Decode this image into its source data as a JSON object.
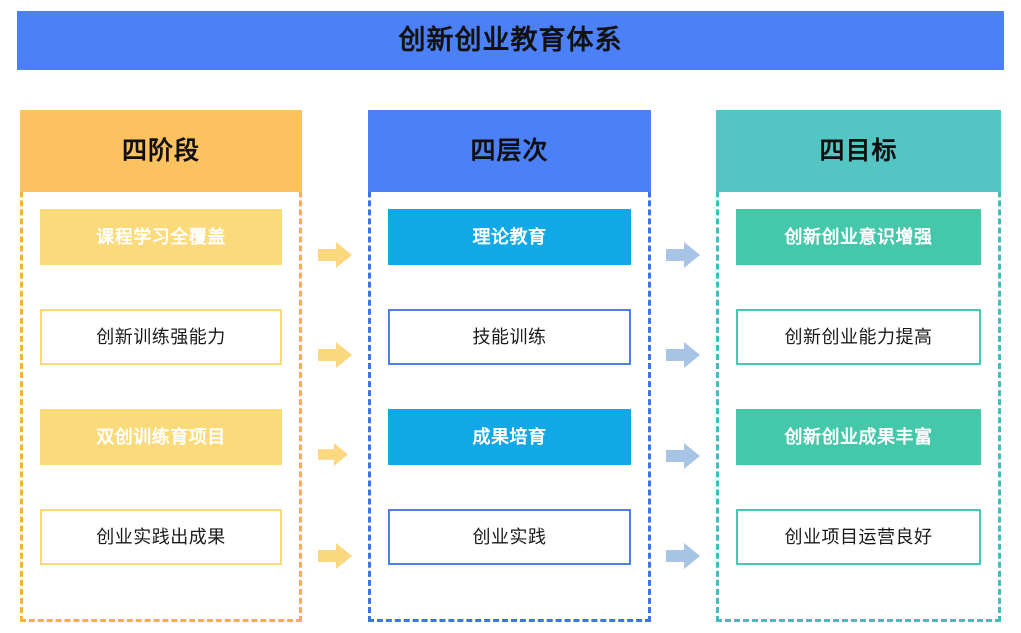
{
  "title": {
    "text": "创新创业教育体系",
    "bg_color": "#4c80f6",
    "text_color": "#111111"
  },
  "columns": [
    {
      "id": "stages",
      "header": "四阶段",
      "header_color": "#fcc260",
      "border_color": "#f8b13c",
      "fill_color": "#fbda7c",
      "outline_color": "#fbd97b",
      "items": [
        {
          "label": "课程学习全覆盖",
          "style": "filled"
        },
        {
          "label": "创新训练强能力",
          "style": "outlined"
        },
        {
          "label": "双创训练育项目",
          "style": "filled"
        },
        {
          "label": "创业实践出成果",
          "style": "outlined"
        }
      ]
    },
    {
      "id": "levels",
      "header": "四层次",
      "header_color": "#4c80f6",
      "border_color": "#3b74ee",
      "fill_color": "#11a8e8",
      "outline_color": "#4e7fe8",
      "items": [
        {
          "label": "理论教育",
          "style": "filled"
        },
        {
          "label": "技能训练",
          "style": "outlined"
        },
        {
          "label": "成果培育",
          "style": "filled"
        },
        {
          "label": "创业实践",
          "style": "outlined"
        }
      ]
    },
    {
      "id": "goals",
      "header": "四目标",
      "header_color": "#53c5c3",
      "border_color": "#3dbfbb",
      "fill_color": "#45c7a9",
      "outline_color": "#45c7b4",
      "items": [
        {
          "label": "创新创业意识增强",
          "style": "filled"
        },
        {
          "label": "创新创业能力提高",
          "style": "outlined"
        },
        {
          "label": "创新创业成果丰富",
          "style": "filled"
        },
        {
          "label": "创业项目运营良好",
          "style": "outlined"
        }
      ]
    }
  ],
  "arrows": {
    "stage_to_level": {
      "icon": "arrow-right-icon",
      "color": "#fbd77f",
      "count": 4
    },
    "level_to_goal": {
      "icon": "arrow-right-icon",
      "color": "#a8c4e4",
      "count": 4
    }
  }
}
